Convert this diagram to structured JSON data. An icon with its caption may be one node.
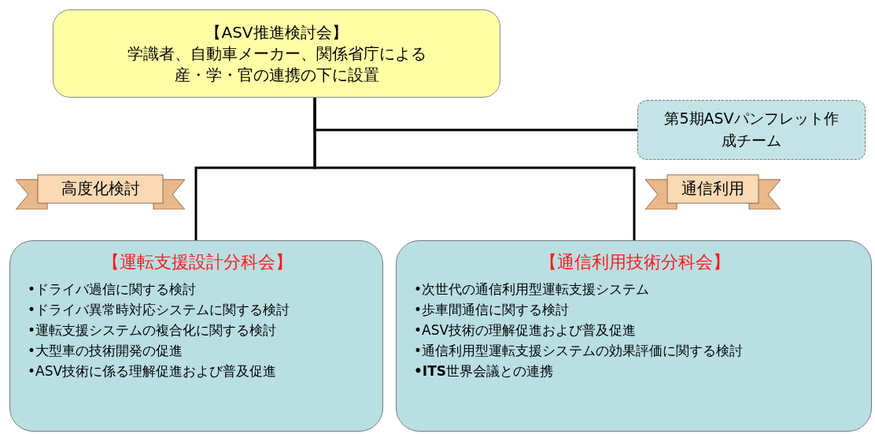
{
  "diagram": {
    "nodes": [
      {
        "text": [
          "【ASV推進検討会】",
          "学識者、自動車メーカー、関係省庁による産・学・官の連携の下に設置"
        ]
      },
      {
        "text": [
          "第5期ASVパンフレット作成チーム"
        ]
      },
      {
        "text": [
          "高度化検討"
        ]
      },
      {
        "text": [
          "通信利用"
        ]
      },
      {
        "text": [
          "【運転支援設計分科会】",
          "•ドライバ過信に関する検討",
          "•ドライバ異常時対応システムに関する検討",
          "•運転支援システムの複合化に関する検討",
          "•大型車の技術開発の促進",
          "•ASV技術に係る理解促進および普及促進"
        ]
      },
      {
        "text": [
          "【通信利用技術分科会】",
          "•次世代の通信利用型運転支援システム",
          "•歩車間通信に関する検討",
          "•ASV技術の理解促進および普及促進",
          "•通信利用型運転支援システムの効果評価に関する検討",
          "**•ITS**世界会議との連携"
        ]
      }
    ],
    "edges": [
      {
        "from": 0,
        "to": 1,
        "arrow": "none"
      },
      {
        "from": 0,
        "to": 4,
        "arrow": "none"
      },
      {
        "from": 0,
        "to": 5,
        "arrow": "none"
      }
    ]
  }
}
